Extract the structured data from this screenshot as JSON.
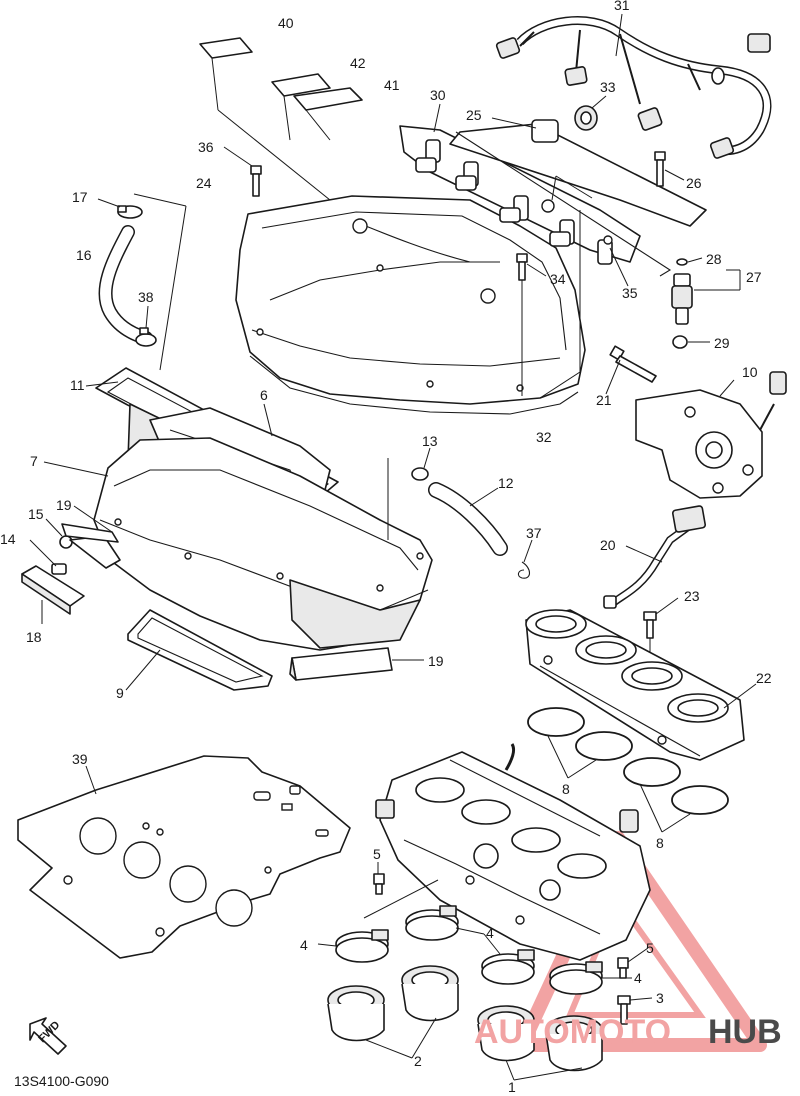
{
  "diagram": {
    "code": "13S4100-G090",
    "fwd_label": "FWD",
    "callouts": [
      {
        "id": "c1",
        "text": "1"
      },
      {
        "id": "c2",
        "text": "2"
      },
      {
        "id": "c3",
        "text": "3"
      },
      {
        "id": "c4a",
        "text": "4"
      },
      {
        "id": "c4b",
        "text": "4"
      },
      {
        "id": "c4c",
        "text": "4"
      },
      {
        "id": "c5a",
        "text": "5"
      },
      {
        "id": "c5b",
        "text": "5"
      },
      {
        "id": "c6",
        "text": "6"
      },
      {
        "id": "c7",
        "text": "7"
      },
      {
        "id": "c8a",
        "text": "8"
      },
      {
        "id": "c8b",
        "text": "8"
      },
      {
        "id": "c9",
        "text": "9"
      },
      {
        "id": "c10",
        "text": "10"
      },
      {
        "id": "c11",
        "text": "11"
      },
      {
        "id": "c12",
        "text": "12"
      },
      {
        "id": "c13",
        "text": "13"
      },
      {
        "id": "c14",
        "text": "14"
      },
      {
        "id": "c15",
        "text": "15"
      },
      {
        "id": "c16",
        "text": "16"
      },
      {
        "id": "c17",
        "text": "17"
      },
      {
        "id": "c18",
        "text": "18"
      },
      {
        "id": "c19a",
        "text": "19"
      },
      {
        "id": "c19b",
        "text": "19"
      },
      {
        "id": "c20",
        "text": "20"
      },
      {
        "id": "c21",
        "text": "21"
      },
      {
        "id": "c22",
        "text": "22"
      },
      {
        "id": "c23",
        "text": "23"
      },
      {
        "id": "c24",
        "text": "24"
      },
      {
        "id": "c25",
        "text": "25"
      },
      {
        "id": "c26",
        "text": "26"
      },
      {
        "id": "c27",
        "text": "27"
      },
      {
        "id": "c28",
        "text": "28"
      },
      {
        "id": "c29",
        "text": "29"
      },
      {
        "id": "c30",
        "text": "30"
      },
      {
        "id": "c31",
        "text": "31"
      },
      {
        "id": "c32",
        "text": "32"
      },
      {
        "id": "c33",
        "text": "33"
      },
      {
        "id": "c34",
        "text": "34"
      },
      {
        "id": "c35",
        "text": "35"
      },
      {
        "id": "c36",
        "text": "36"
      },
      {
        "id": "c37",
        "text": "37"
      },
      {
        "id": "c38",
        "text": "38"
      },
      {
        "id": "c39",
        "text": "39"
      },
      {
        "id": "c40",
        "text": "40"
      },
      {
        "id": "c41",
        "text": "41"
      },
      {
        "id": "c42",
        "text": "42"
      }
    ]
  },
  "watermark": {
    "part1": "AUTOMOTO",
    "part2": "HUB",
    "color_light": "#f2a3a3",
    "color_dark": "#4a4a4a"
  }
}
